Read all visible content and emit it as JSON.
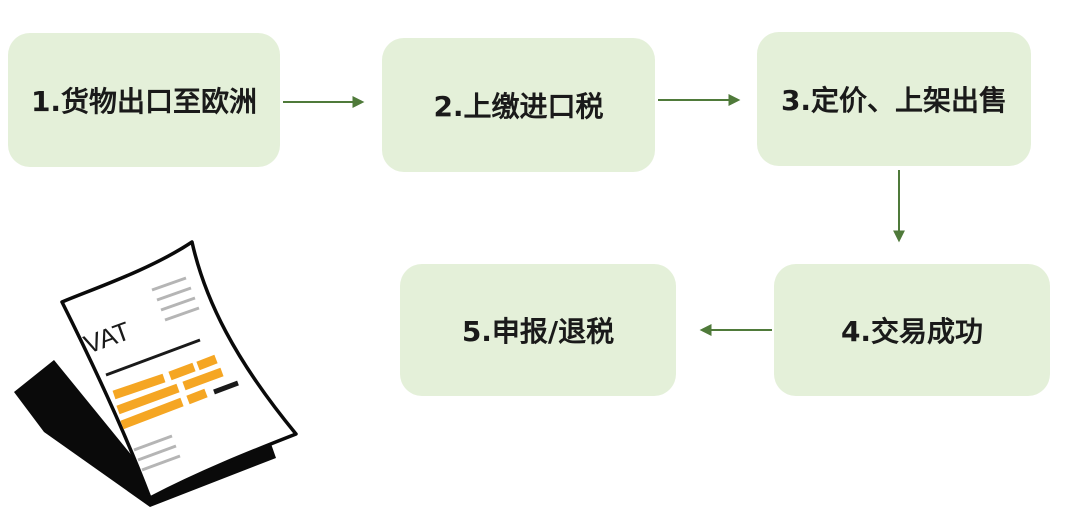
{
  "steps": [
    {
      "label": "1.货物出口至欧洲"
    },
    {
      "label": "2.上缴进口税"
    },
    {
      "label": "3.定价、上架出售"
    },
    {
      "label": "4.交易成功"
    },
    {
      "label": "5.申报/退税"
    }
  ],
  "document_illustration": {
    "text": "VAT",
    "icon": "vat-document-icon"
  },
  "colors": {
    "box_fill": "#e4f0d9",
    "arrow": "#4f7a3a",
    "form_bars": "#f5a623",
    "text": "#1a1a1a"
  }
}
